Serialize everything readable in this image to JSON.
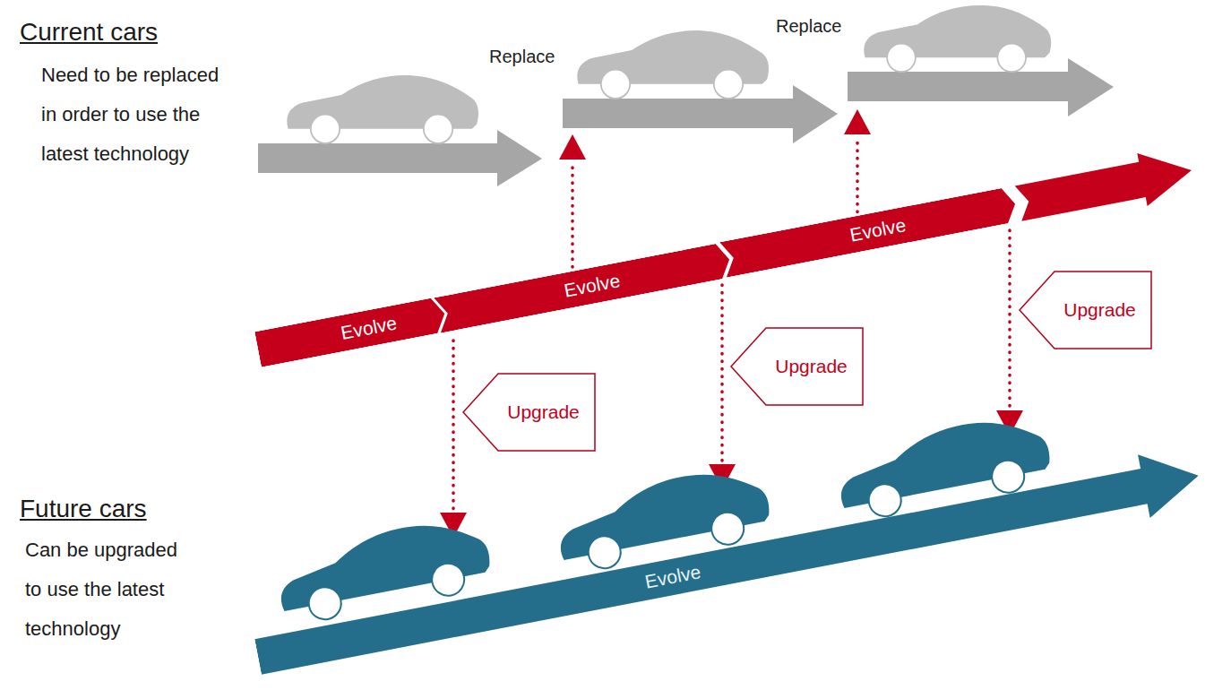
{
  "diagram": {
    "nodes": [
      {
        "text": [
          "Evolve"
        ]
      },
      {
        "text": [
          "Evolve"
        ]
      },
      {
        "text": [
          "Evolve"
        ]
      },
      {
        "text": [
          "Upgrade"
        ]
      },
      {
        "text": [
          "Upgrade"
        ]
      },
      {
        "text": [
          "Upgrade"
        ]
      },
      {
        "text": [
          "Evolve"
        ]
      }
    ],
    "labels": [
      "Current cars",
      "Need to be replaced in order to use the latest technology",
      "Replace",
      "Replace",
      "Future cars",
      "Can be upgraded to use the latest technology"
    ]
  }
}
